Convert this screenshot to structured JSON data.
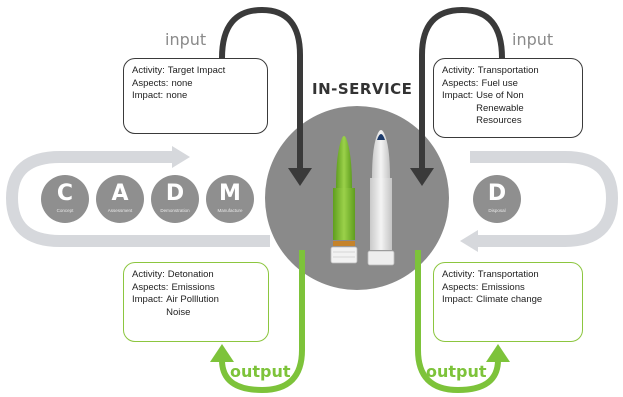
{
  "title": "IN-SERVICE",
  "input_label": "input",
  "output_label": "output",
  "stages_left": [
    {
      "letter": "C",
      "word": "Concept"
    },
    {
      "letter": "A",
      "word": "Assessment"
    },
    {
      "letter": "D",
      "word": "Demonstration"
    },
    {
      "letter": "M",
      "word": "Manufacture"
    }
  ],
  "stage_right": {
    "letter": "D",
    "word": "Disposal"
  },
  "input_left": {
    "activity_label": "Activity:",
    "activity": "Target Impact",
    "aspects_label": "Aspects:",
    "aspects": "none",
    "impact_label": "Impact:",
    "impact": "none"
  },
  "input_right": {
    "activity_label": "Activity:",
    "activity": "Transportation",
    "aspects_label": "Aspects:",
    "aspects": "Fuel use",
    "impact_label": "Impact:",
    "impact": "Use of Non Renewable Resources"
  },
  "output_left": {
    "activity_label": "Activity:",
    "activity": "Detonation",
    "aspects_label": "Aspects:",
    "aspects": "Emissions",
    "impact_label": "Impact:",
    "impact": "Air Polllution Noise"
  },
  "output_right": {
    "activity_label": "Activity:",
    "activity": "Transportation",
    "aspects_label": "Aspects:",
    "aspects": "Emissions",
    "impact_label": "Impact:",
    "impact": "Climate change"
  },
  "colors": {
    "dark": "#3a3a3a",
    "green": "#8cc63f",
    "grey_track": "#d6d8dc",
    "hub": "#8a8a8a"
  }
}
